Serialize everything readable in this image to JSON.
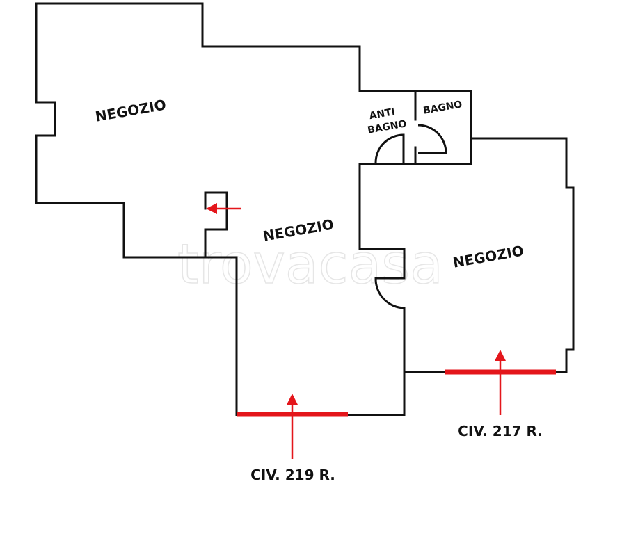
{
  "rooms": {
    "negozio_left": "NEGOZIO",
    "negozio_center": "NEGOZIO",
    "negozio_right": "NEGOZIO",
    "antibagno_line1": "ANTI",
    "antibagno_line2": "BAGNO",
    "bagno": "BAGNO"
  },
  "entrances": {
    "civ_219": "CIV. 219 R.",
    "civ_217": "CIV. 217 R."
  },
  "watermark": "trovacasa",
  "colors": {
    "walls": "#111111",
    "entrance_marker": "#e4161b",
    "watermark": "#e6e6e6"
  }
}
